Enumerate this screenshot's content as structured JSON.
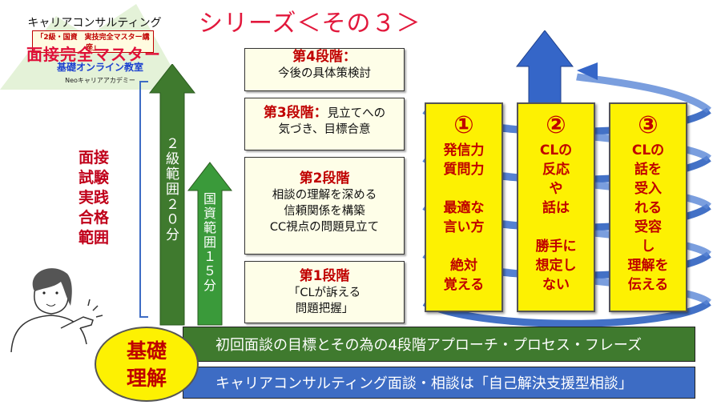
{
  "logo": {
    "line1": "キャリアコンサルティング",
    "line2": "「2級・国資　実技完全マスター講座」",
    "line3": "面接完全マスター",
    "line4": "基礎オンライン教室",
    "line5": "Neoキャリアアカデミー"
  },
  "series_title": "シリーズ＜その３＞",
  "range_label": [
    "面接",
    "試験",
    "実践",
    "合格",
    "範囲"
  ],
  "arrow_2kyu": "２級範囲２０分",
  "arrow_kokushi": "国資範囲１５分",
  "stages": [
    {
      "title": "第4段階：",
      "body": [
        "今後の具体策検討"
      ]
    },
    {
      "title": "第3段階：",
      "title_suffix": "見立てへの",
      "body": [
        "気づき、目標合意"
      ]
    },
    {
      "title": "第2段階",
      "body": [
        "相談の理解を深める",
        "信頼関係を構築",
        "CC視点の問題見立て"
      ]
    },
    {
      "title": "第1段階",
      "body": [
        "「CLが訴える",
        "問題把握」"
      ]
    }
  ],
  "yellow_boxes": [
    {
      "num": "①",
      "lines": [
        "発信力",
        "質問力",
        "",
        "最適な",
        "言い方",
        "",
        "絶対",
        "覚える"
      ]
    },
    {
      "num": "②",
      "lines": [
        "CLの",
        "反応",
        "や",
        "話は",
        "",
        "勝手に",
        "想定し",
        "ない"
      ]
    },
    {
      "num": "③",
      "lines": [
        "CLの",
        "話を",
        "受入",
        "れる",
        "受容",
        "し",
        "理解を",
        "伝える"
      ]
    }
  ],
  "kiso": [
    "基礎",
    "理解"
  ],
  "bar_green": "初回面談の目標とその為の4段階アプローチ・プロセス・フレーズ",
  "bar_blue": "キャリアコンサルティング面談・相談は「自己解決支援型相談」",
  "colors": {
    "title_red": "#e2183c",
    "green": "#3f7a2e",
    "blue": "#3d6cc4",
    "yellow": "#fdf102"
  }
}
